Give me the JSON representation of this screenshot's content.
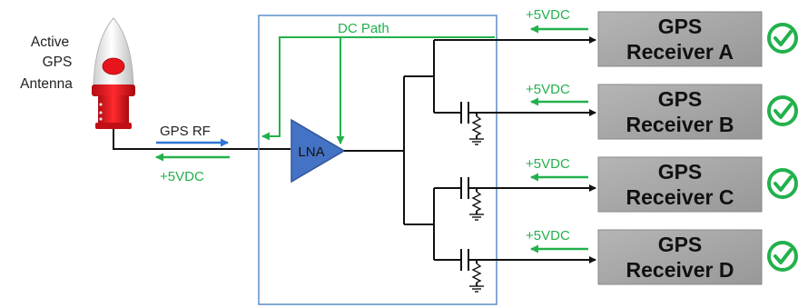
{
  "antenna": {
    "label_lines": [
      "Active",
      "GPS",
      "Antenna"
    ]
  },
  "signals": {
    "rf_label": "GPS RF",
    "dc_label": "+5VDC",
    "dc_path_label": "DC Path"
  },
  "lna": {
    "label": "LNA"
  },
  "receivers": [
    {
      "line1": "GPS",
      "line2": "Receiver A",
      "dc_label": "+5VDC",
      "status": "check-icon"
    },
    {
      "line1": "GPS",
      "line2": "Receiver B",
      "dc_label": "+5VDC",
      "status": "check-icon"
    },
    {
      "line1": "GPS",
      "line2": "Receiver C",
      "dc_label": "+5VDC",
      "status": "check-icon"
    },
    {
      "line1": "GPS",
      "line2": "Receiver D",
      "dc_label": "+5VDC",
      "status": "check-icon"
    }
  ],
  "colors": {
    "dc_path": "#22b14c",
    "rf_arrow": "#2e75d6",
    "splitter_border": "#5b8fc9",
    "lna_fill": "#4472c4",
    "lna_stroke": "#2f5597",
    "receiver_fill": "#a6a6a6",
    "check": "#22b14c",
    "antenna_red": "#e8141b",
    "wire": "#111111"
  }
}
